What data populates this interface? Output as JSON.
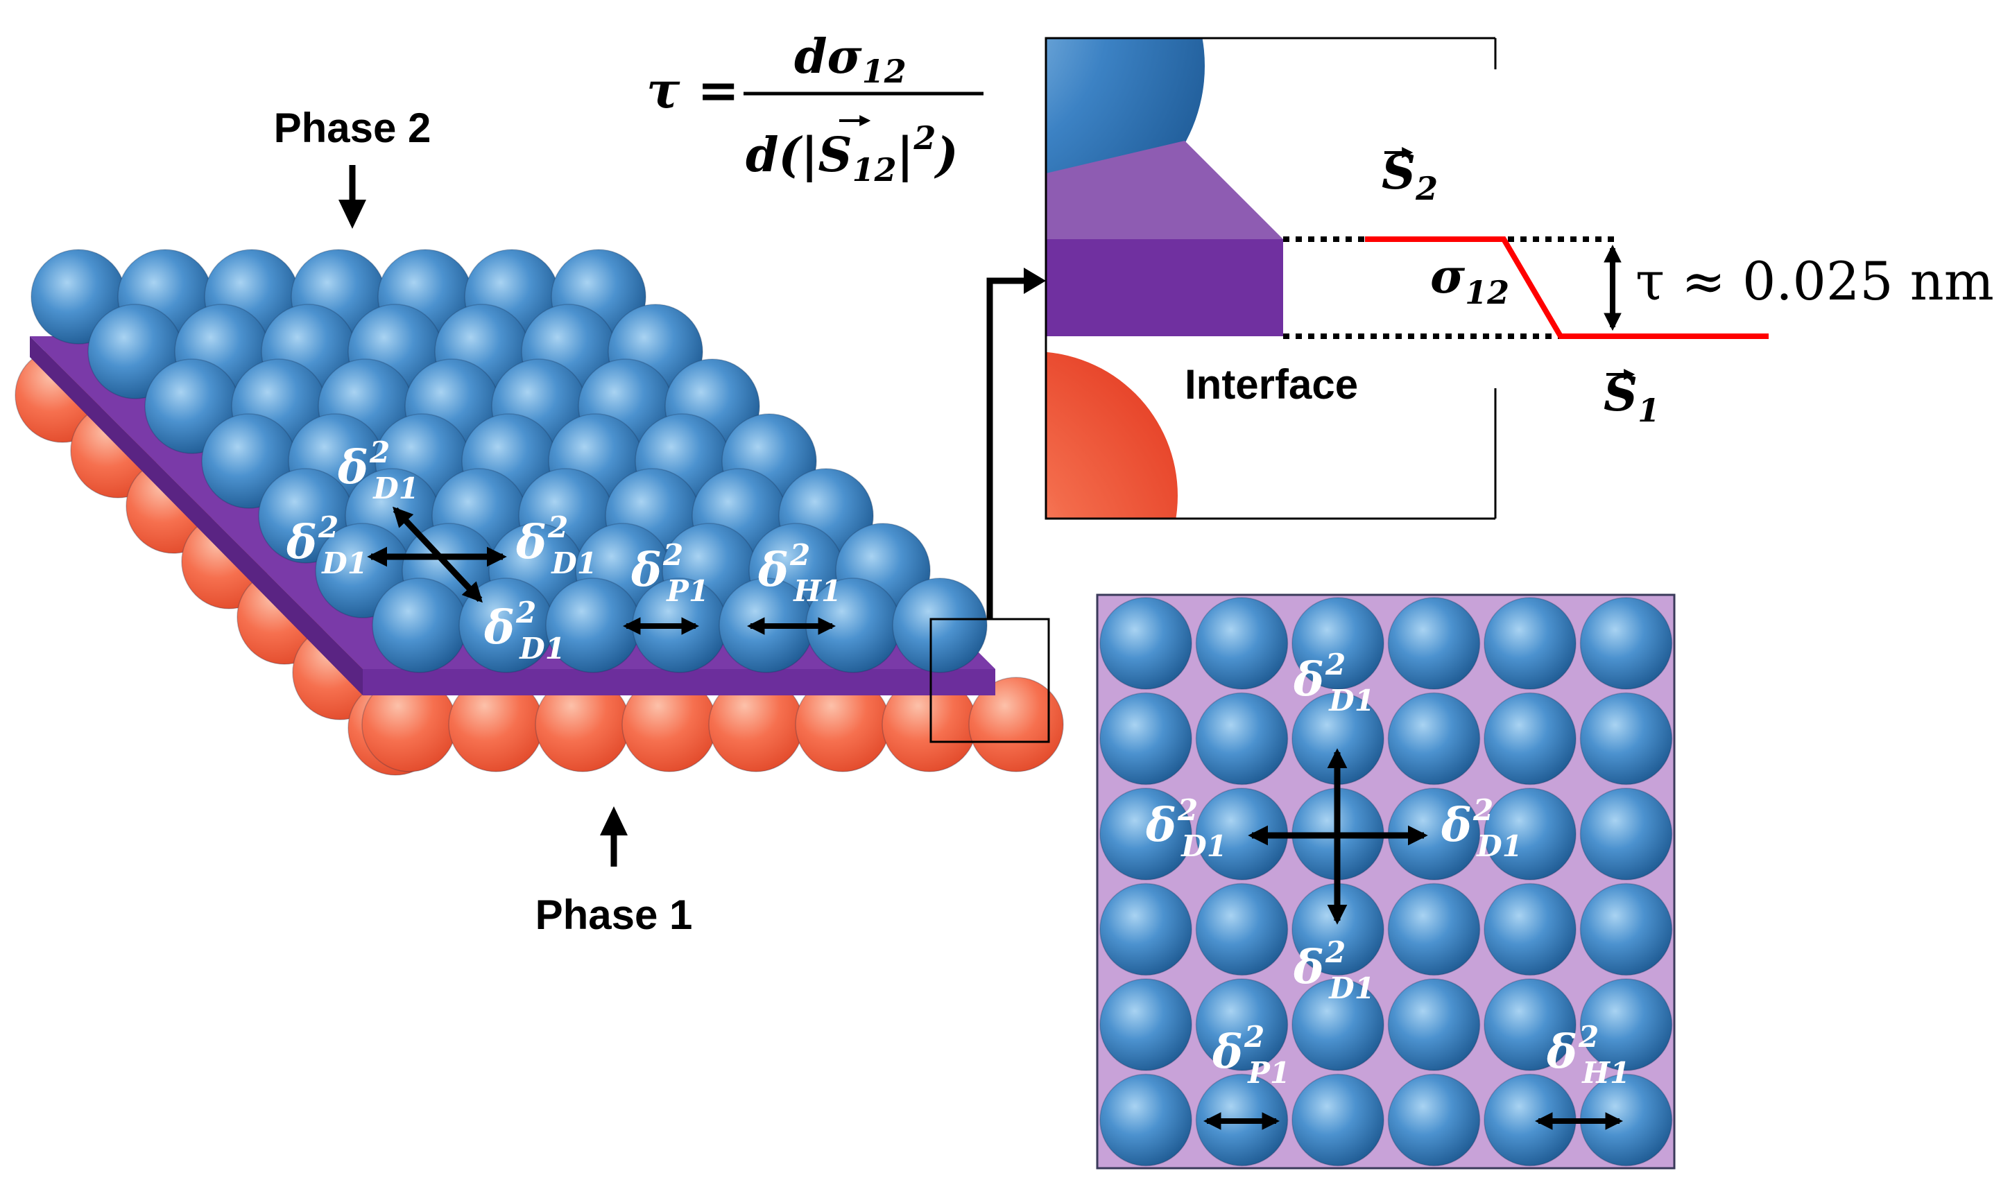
{
  "labels": {
    "phase2": "Phase 2",
    "phase1": "Phase 1",
    "interface": "Interface"
  },
  "equation": {
    "lhs": "τ =",
    "numerator_base": "dσ",
    "numerator_sub": "12",
    "denominator_base": "d(|S",
    "denominator_sub": "12",
    "denominator_tail": "|",
    "denominator_sup": "2",
    "denominator_close": ")"
  },
  "interface_detail": {
    "s2_base": "S",
    "s2_sub": "2",
    "s1_base": "S",
    "s1_sub": "1",
    "sigma_base": "σ",
    "sigma_sub": "12",
    "tau_text": "τ ≈ 0.025 nm"
  },
  "hansen": {
    "delta": "δ",
    "sup": "2",
    "d1": "D1",
    "p1": "P1",
    "h1": "H1"
  },
  "colors": {
    "blue_sphere": "#2e72b0",
    "blue_highlight": "#9ccbef",
    "red_sphere": "#f25a3c",
    "red_highlight": "#fcb59e",
    "interface_purple": "#7030a0",
    "interface_light": "#8e5cb2",
    "grid_background": "#c8a2d8",
    "tension_line": "#ff0000"
  }
}
